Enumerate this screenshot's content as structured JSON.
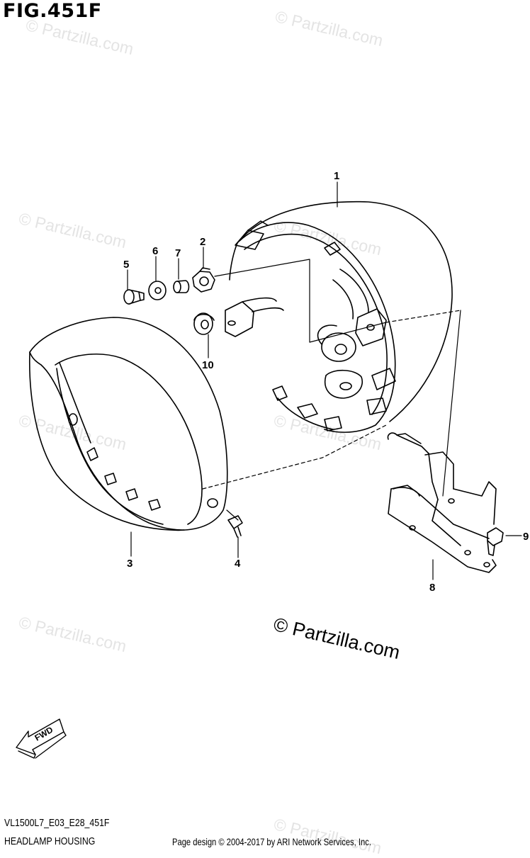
{
  "figure": {
    "title": "FIG.451F"
  },
  "callouts": {
    "c1": "1",
    "c2": "2",
    "c3": "3",
    "c4": "4",
    "c5": "5",
    "c6": "6",
    "c7": "7",
    "c8": "8",
    "c9": "9",
    "c10": "10"
  },
  "fwd_label": "FWD",
  "watermark_text": "© Partzilla.com",
  "copyright_main": "© Partzilla.com",
  "footer": {
    "model_code": "VL1500L7_E03_E28_451F",
    "section_name": "HEADLAMP HOUSING",
    "credit": "Page design © 2004-2017 by ARI Network Services, Inc."
  }
}
